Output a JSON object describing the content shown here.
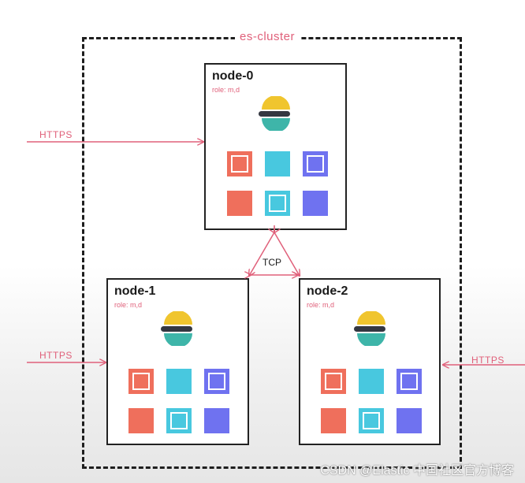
{
  "cluster": {
    "title": "es-cluster"
  },
  "colors": {
    "accent": "#e0607a",
    "shard_red": "#ef6f5c",
    "shard_cyan": "#48c8df",
    "shard_blue": "#6f72f0",
    "logo_yellow": "#f0c52e",
    "logo_dark": "#343741",
    "logo_teal": "#3eb5a9"
  },
  "nodes": [
    {
      "name": "node-0",
      "role": "role: m,d"
    },
    {
      "name": "node-1",
      "role": "role: m,d"
    },
    {
      "name": "node-2",
      "role": "role: m,d"
    }
  ],
  "shards": [
    {
      "color": "red",
      "kind": "replica"
    },
    {
      "color": "cyan",
      "kind": "primary"
    },
    {
      "color": "blue",
      "kind": "replica"
    },
    {
      "color": "red",
      "kind": "primary"
    },
    {
      "color": "cyan",
      "kind": "replica"
    },
    {
      "color": "blue",
      "kind": "primary"
    }
  ],
  "connections": {
    "https_label": "HTTPS",
    "tcp_label": "TCP"
  },
  "watermark": "CSDN @Elastic 中国社区官方博客"
}
